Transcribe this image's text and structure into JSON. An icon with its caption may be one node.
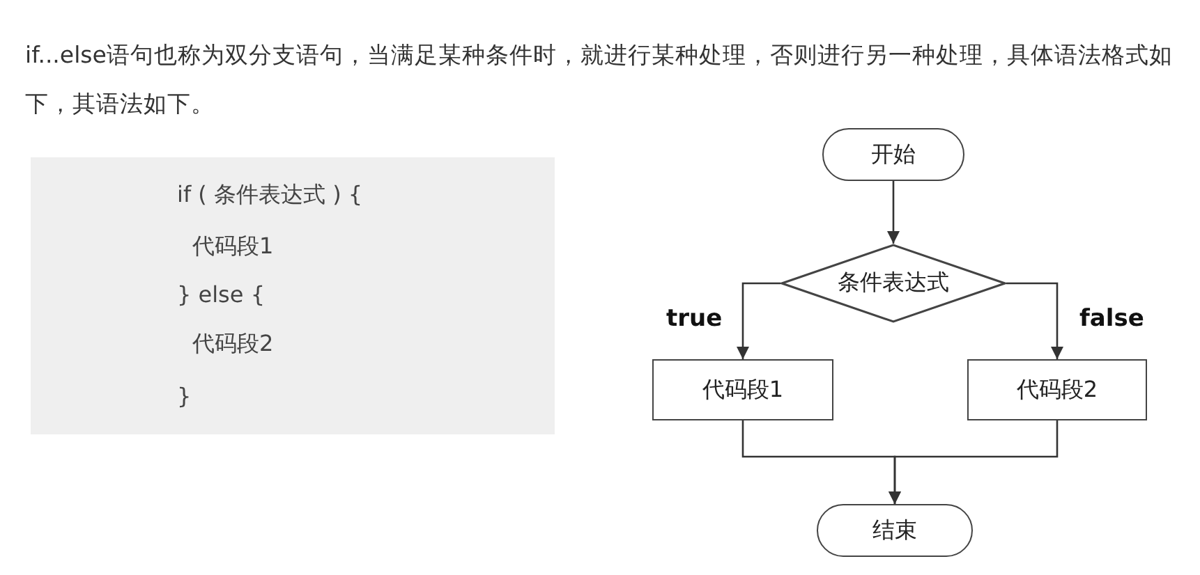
{
  "diagram": {
    "title": "if...else语句也称为双分支语句，当满足某种条件时，就进行某种处理，否则进行另一种处理，具体语法格式如下，其语法如下。",
    "nodes": [
      {
        "text": [
          "if ( 条件表达式 ) {",
          "代码段1",
          "} else {",
          "代码段2",
          "}"
        ]
      },
      {
        "text": [
          "开始"
        ]
      },
      {
        "text": [
          "条件表达式"
        ]
      },
      {
        "text": [
          "代码段1"
        ]
      },
      {
        "text": [
          "代码段2"
        ]
      },
      {
        "text": [
          "结束"
        ]
      }
    ],
    "edges": [
      {
        "from": 1,
        "to": 2,
        "arrow": "to"
      },
      {
        "from": 2,
        "to": 3,
        "arrow": "to",
        "label": "true"
      },
      {
        "from": 2,
        "to": 4,
        "arrow": "to",
        "label": "false"
      },
      {
        "from": 3,
        "to": 5,
        "arrow": "to"
      },
      {
        "from": 4,
        "to": 5,
        "arrow": "to"
      }
    ]
  }
}
